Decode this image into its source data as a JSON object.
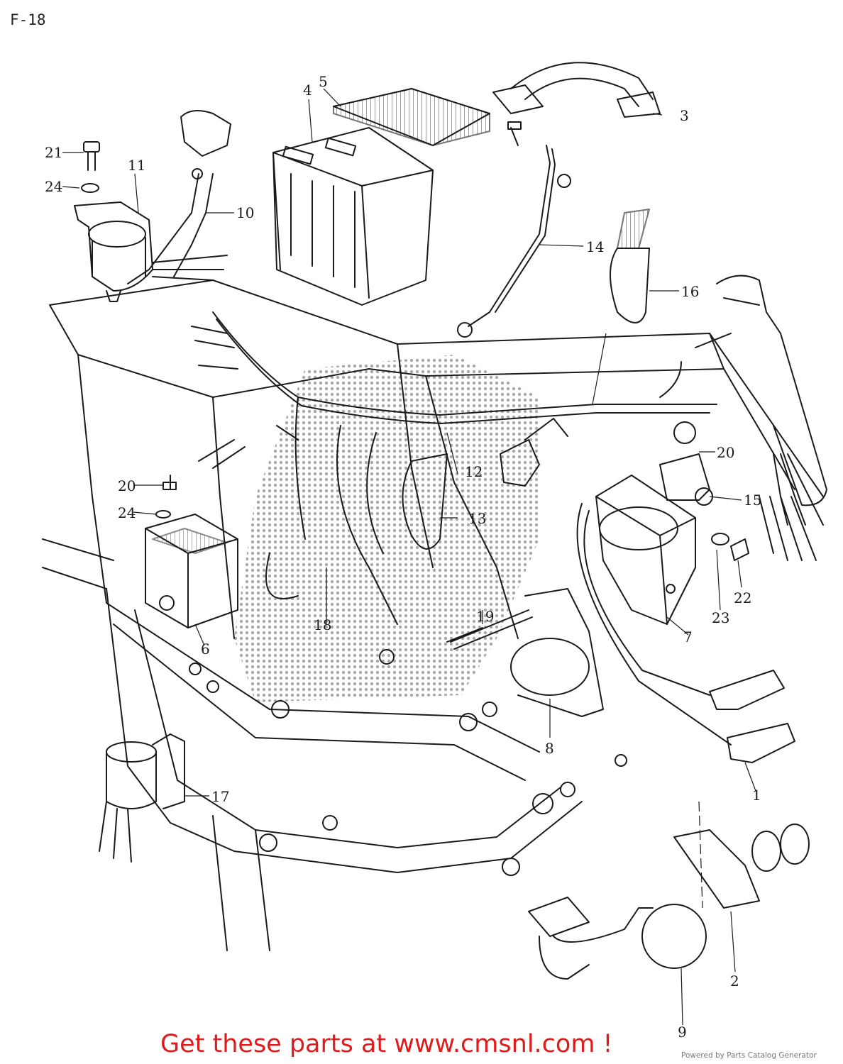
{
  "page": {
    "title": "F-18"
  },
  "callouts": [
    "1",
    "2",
    "3",
    "4",
    "5",
    "6",
    "7",
    "8",
    "9",
    "10",
    "11",
    "12",
    "13",
    "14",
    "15",
    "16",
    "17",
    "18",
    "19",
    "20",
    "20",
    "21",
    "22",
    "23",
    "24",
    "24"
  ],
  "footer": {
    "cta": "Get these parts at www.cmsnl.com !",
    "credit": "Powered by Parts Catalog Generator"
  },
  "colors": {
    "cta": "#e01b1b",
    "ink": "#1a1a1a",
    "watermark": "#9a9a9a"
  }
}
